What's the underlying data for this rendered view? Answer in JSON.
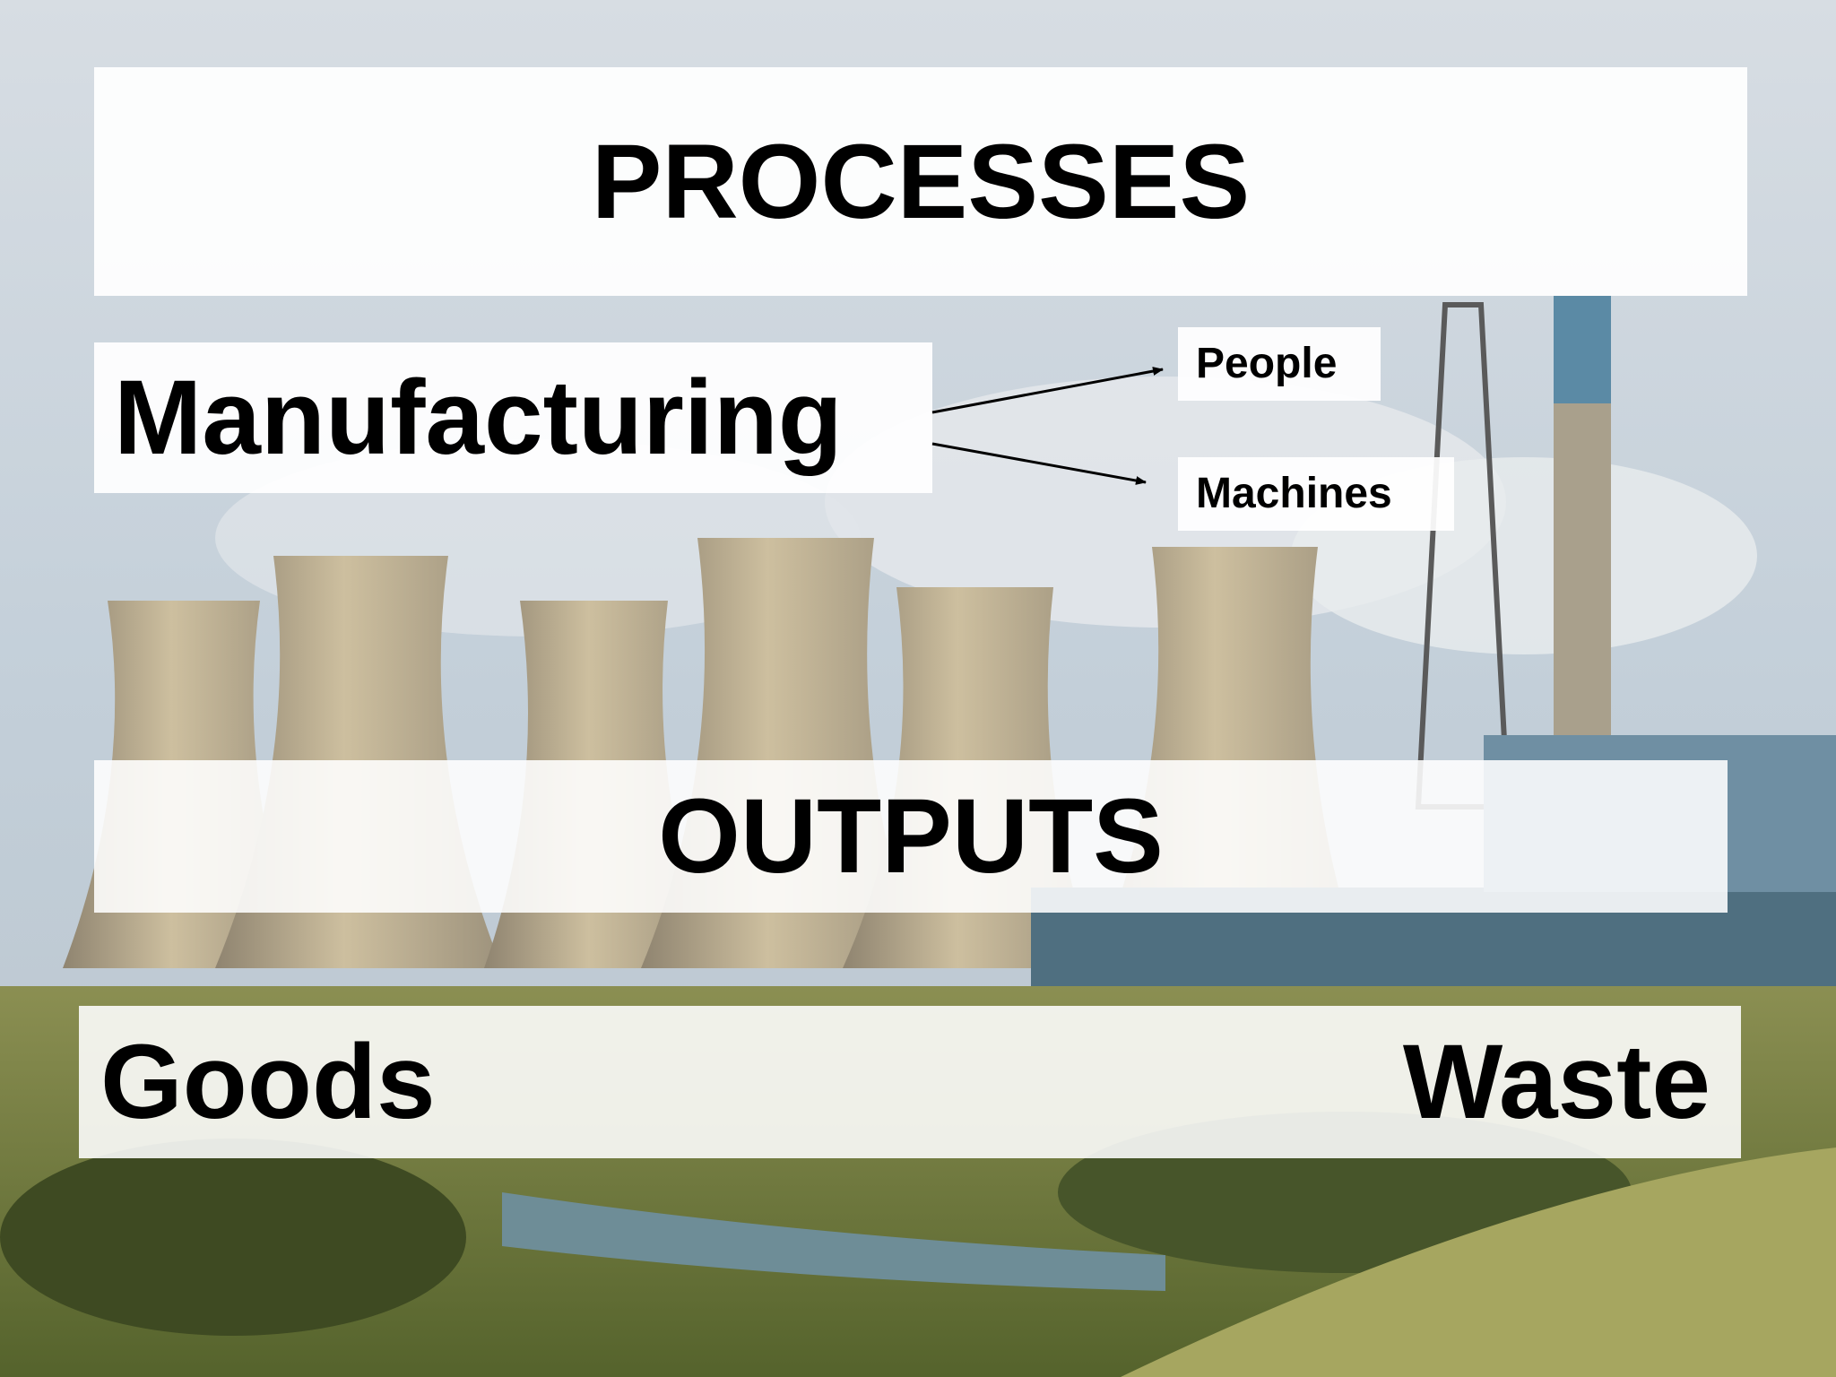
{
  "diagram": {
    "title": "PROCESSES",
    "process": "Manufacturing",
    "process_inputs": [
      "People",
      "Machines"
    ],
    "outputs_heading": "OUTPUTS",
    "outputs": [
      "Goods",
      "Waste"
    ]
  },
  "colors": {
    "sky": "#c9d3dc",
    "label_box": "#ffffff",
    "text": "#000000",
    "tower": "#b8a98a",
    "grass": "#6f7d3c"
  }
}
